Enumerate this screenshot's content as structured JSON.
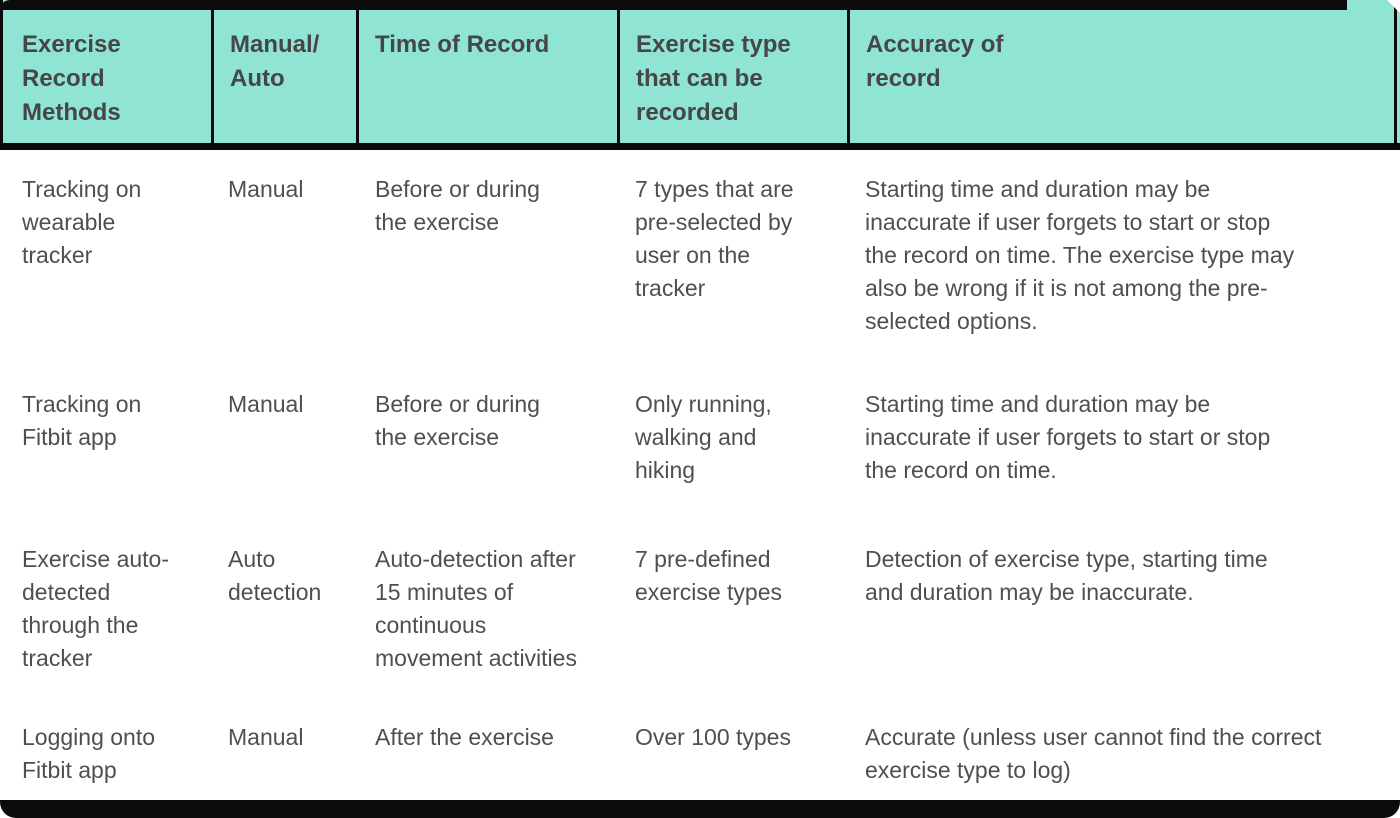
{
  "colors": {
    "header_bg": "#8FE4D4",
    "frame": "#0B0B0B",
    "header_text": "#464646",
    "body_text": "#4F4F4F"
  },
  "chart_data": {
    "type": "table",
    "columns": [
      "Exercise Record Methods",
      "Manual/Auto",
      "Time of Record",
      "Exercise type that can be recorded",
      "Accuracy of record"
    ],
    "rows": [
      [
        "Tracking on wearable tracker",
        "Manual",
        "Before or during the exercise",
        "7 types that are pre-selected by user on the tracker",
        "Starting time and duration may be inaccurate if user forgets to start or stop the record on time. The exercise type may also be wrong if it is not among the pre-selected options."
      ],
      [
        "Tracking on Fitbit app",
        "Manual",
        "Before or during the exercise",
        "Only running, walking and hiking",
        "Starting time and duration may be inaccurate if user forgets to start or stop the record on time."
      ],
      [
        "Exercise auto-detected through the tracker",
        "Auto detection",
        "Auto-detection after 15 minutes of continuous movement activities",
        "7 pre-defined exercise types",
        "Detection of exercise type, starting time and duration may be inaccurate."
      ],
      [
        "Logging onto Fitbit app",
        "Manual",
        "After the exercise",
        "Over 100 types",
        "Accurate (unless user cannot find the correct exercise type to log)"
      ]
    ]
  },
  "display": {
    "header": [
      "Exercise\nRecord\nMethods",
      "Manual/\nAuto",
      "Time of Record",
      "Exercise type\nthat can be\nrecorded",
      "Accuracy of\nrecord"
    ],
    "cells": [
      [
        "Tracking on\nwearable\ntracker",
        "Manual",
        "Before or during\nthe exercise",
        "7 types that are\npre-selected by\nuser on the\ntracker",
        "Starting time and duration may be\ninaccurate if user forgets to start or stop\nthe record on time. The exercise type may\nalso be wrong if it is not among the pre-\nselected options."
      ],
      [
        "Tracking on\nFitbit app",
        "Manual",
        "Before or during\nthe exercise",
        "Only running,\nwalking and\nhiking",
        "Starting time and duration may be\ninaccurate if user forgets to start or stop\nthe record on time."
      ],
      [
        "Exercise auto-\ndetected\nthrough the\ntracker",
        "Auto\ndetection",
        "Auto-detection after\n15 minutes of\ncontinuous\nmovement activities",
        "7 pre-defined\nexercise types",
        "Detection of exercise type, starting time\nand duration may be inaccurate."
      ],
      [
        "Logging onto\nFitbit app",
        "Manual",
        "After the exercise",
        "Over 100 types",
        "Accurate (unless user cannot find the correct\nexercise type to log)"
      ]
    ]
  }
}
